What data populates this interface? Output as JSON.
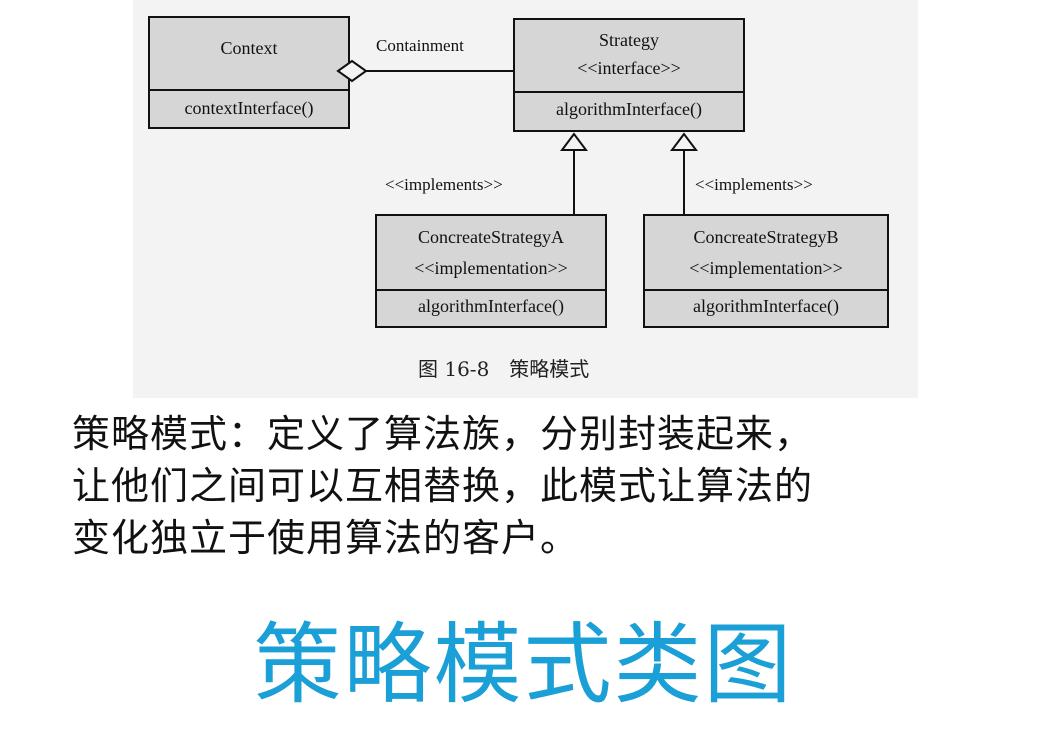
{
  "diagram": {
    "context": {
      "name": "Context",
      "operation": "contextInterface()"
    },
    "strategy": {
      "name": "Strategy",
      "stereotype": "<<interface>>",
      "operation": "algorithmInterface()"
    },
    "strategy_a": {
      "name": "ConcreateStrategyA",
      "stereotype": "<<implementation>>",
      "operation": "algorithmInterface()"
    },
    "strategy_b": {
      "name": "ConcreateStrategyB",
      "stereotype": "<<implementation>>",
      "operation": "algorithmInterface()"
    },
    "containment_label": "Containment",
    "implements_label_a": "<<implements>>",
    "implements_label_b": "<<implements>>",
    "caption": "图 16-8　策略模式"
  },
  "description": {
    "line1": "策略模式：定义了算法族，分别封装起来，",
    "line2": "让他们之间可以互相替换，此模式让算法的",
    "line3": "变化独立于使用算法的客户。"
  },
  "title": "策略模式类图",
  "colors": {
    "title": "#1a9fd6",
    "box_fill": "#d6d6d6",
    "figure_bg": "#f3f3f3"
  }
}
